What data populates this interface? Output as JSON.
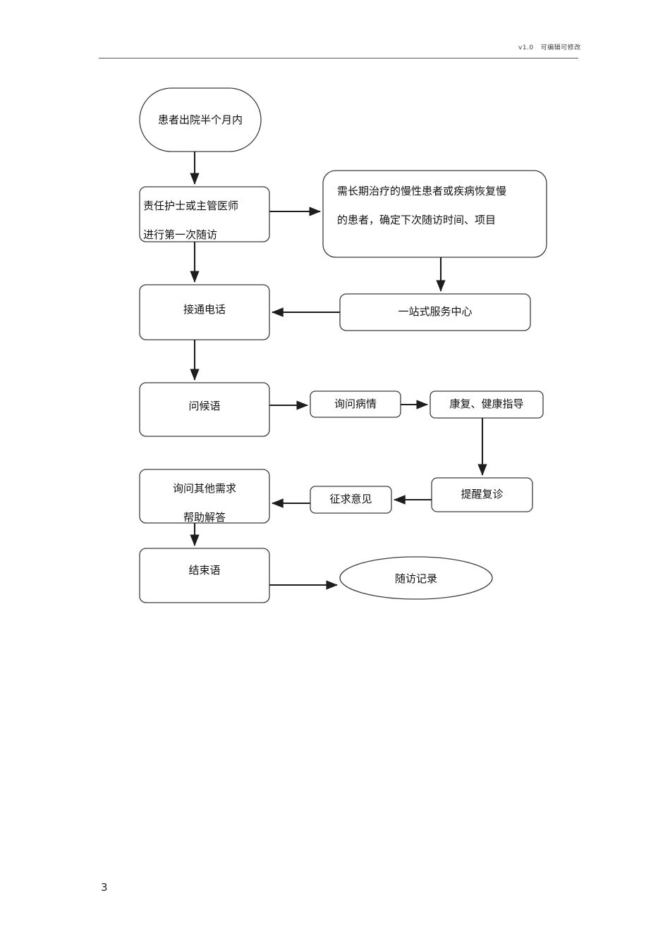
{
  "header": {
    "version": "v1.0",
    "note": "可编辑可修改"
  },
  "footer": {
    "page_number": "3"
  },
  "chart_data": {
    "type": "diagram",
    "title": "出院患者电话随访流程图",
    "nodes": [
      {
        "id": "n1",
        "shape": "stadium",
        "lines": [
          "患者出院半个月内"
        ]
      },
      {
        "id": "n2",
        "shape": "rounded-rect",
        "lines": [
          "责任护士或主管医师",
          "进行第一次随访"
        ]
      },
      {
        "id": "n3",
        "shape": "rounded-rect",
        "lines": [
          "需长期治疗的慢性患者或疾病恢复慢",
          "的患者，确定下次随访时间、项目"
        ]
      },
      {
        "id": "n4",
        "shape": "rounded-rect",
        "lines": [
          "接通电话"
        ]
      },
      {
        "id": "n5",
        "shape": "rounded-rect",
        "lines": [
          "一站式服务中心"
        ]
      },
      {
        "id": "n6",
        "shape": "rounded-rect",
        "lines": [
          "问候语"
        ]
      },
      {
        "id": "n7",
        "shape": "rounded-rect",
        "lines": [
          "询问病情"
        ]
      },
      {
        "id": "n8",
        "shape": "rounded-rect",
        "lines": [
          "康复、健康指导"
        ]
      },
      {
        "id": "n9",
        "shape": "rounded-rect",
        "lines": [
          "提醒复诊"
        ]
      },
      {
        "id": "n10",
        "shape": "rounded-rect",
        "lines": [
          "征求意见"
        ]
      },
      {
        "id": "n11",
        "shape": "rounded-rect",
        "lines": [
          "询问其他需求",
          "帮助解答"
        ]
      },
      {
        "id": "n12",
        "shape": "rounded-rect",
        "lines": [
          "结束语"
        ]
      },
      {
        "id": "n13",
        "shape": "ellipse",
        "lines": [
          "随访记录"
        ]
      }
    ],
    "edges": [
      {
        "from": "n1",
        "to": "n2",
        "direction": "down"
      },
      {
        "from": "n2",
        "to": "n3",
        "direction": "right"
      },
      {
        "from": "n2",
        "to": "n4",
        "direction": "down"
      },
      {
        "from": "n3",
        "to": "n5",
        "direction": "down"
      },
      {
        "from": "n5",
        "to": "n4",
        "direction": "left"
      },
      {
        "from": "n4",
        "to": "n6",
        "direction": "down"
      },
      {
        "from": "n6",
        "to": "n7",
        "direction": "right"
      },
      {
        "from": "n7",
        "to": "n8",
        "direction": "right"
      },
      {
        "from": "n8",
        "to": "n9",
        "direction": "down"
      },
      {
        "from": "n9",
        "to": "n10",
        "direction": "left"
      },
      {
        "from": "n10",
        "to": "n11",
        "direction": "left"
      },
      {
        "from": "n11",
        "to": "n12",
        "direction": "down"
      },
      {
        "from": "n12",
        "to": "n13",
        "direction": "right"
      }
    ],
    "stroke_color": "#3c3c3c",
    "fill_color": "#ffffff",
    "text_color": "#111111"
  },
  "labels": {
    "n1_l1": "患者出院半个月内",
    "n2_l1": "责任护士或主管医师",
    "n2_l2": "进行第一次随访",
    "n3_l1": "需长期治疗的慢性患者或疾病恢复慢",
    "n3_l2": "的患者，确定下次随访时间、项目",
    "n4_l1": "接通电话",
    "n5_l1": "一站式服务中心",
    "n6_l1": "问候语",
    "n7_l1": "询问病情",
    "n8_l1": "康复、健康指导",
    "n9_l1": "提醒复诊",
    "n10_l1": "征求意见",
    "n11_l1": "询问其他需求",
    "n11_l2": "帮助解答",
    "n12_l1": "结束语",
    "n13_l1": "随访记录"
  }
}
